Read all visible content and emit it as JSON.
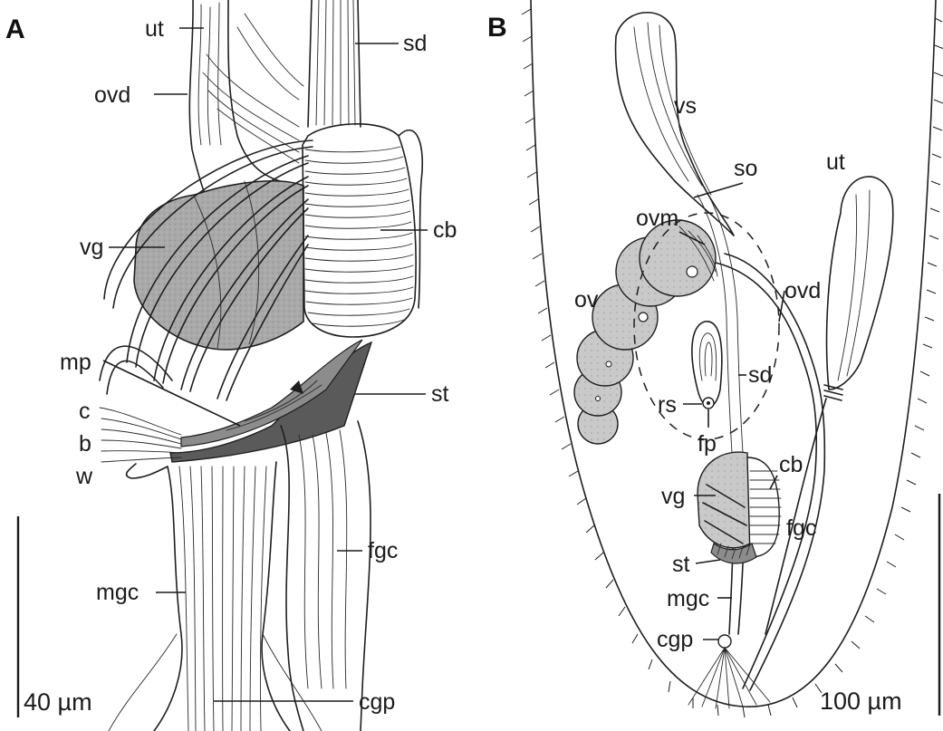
{
  "panels": {
    "a": {
      "letter": "A",
      "labels": {
        "ut": "ut",
        "sd": "sd",
        "ovd": "ovd",
        "cb": "cb",
        "vg": "vg",
        "mp": "mp",
        "st": "st",
        "c": "c",
        "b": "b",
        "w": "w",
        "mgc": "mgc",
        "fgc": "fgc",
        "cgp": "cgp"
      },
      "scale_bar": "40 µm"
    },
    "b": {
      "letter": "B",
      "labels": {
        "vs": "vs",
        "so": "so",
        "ut": "ut",
        "ovm": "ovm",
        "ov": "ov",
        "ovd": "ovd",
        "sd": "sd",
        "rs": "rs",
        "fp": "fp",
        "cb": "cb",
        "vg": "vg",
        "fgc": "fgc",
        "st": "st",
        "mgc": "mgc",
        "cgp": "cgp"
      },
      "scale_bar": "100 µm"
    }
  },
  "colors": {
    "ink": "#1e1e1e",
    "vesicular_gland": "#a9a9a9",
    "stylet_dark": "#5a5a5a",
    "background": "#ffffff"
  }
}
